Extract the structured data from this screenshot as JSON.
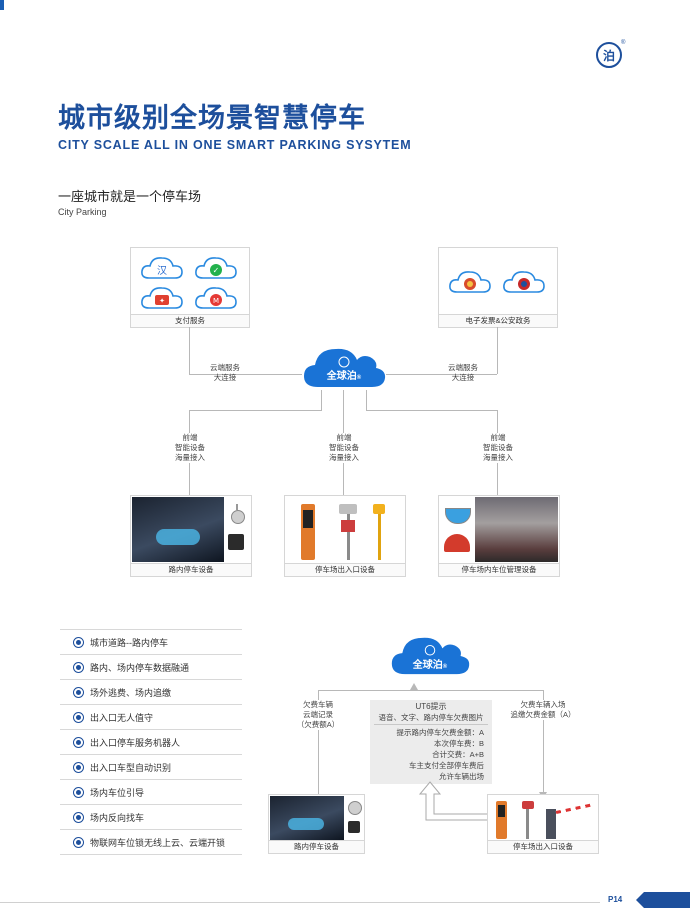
{
  "header": {
    "logo_glyph": "泊",
    "logo_mark": "®",
    "title_cn": "城市级别全场景智慧停车",
    "title_en": "CITY SCALE ALL IN ONE SMART PARKING SYSYTEM",
    "subtitle_cn": "一座城市就是一个停车场",
    "subtitle_en": "City Parking"
  },
  "diagram1": {
    "payment_box_label": "支付服务",
    "gov_box_label": "电子发票&公安政务",
    "cloud_label": "全球泊",
    "cloud_mark": "®",
    "cloud_icon_glyph": "泊",
    "left_link_label_1": "云端服务",
    "left_link_label_2": "大连接",
    "right_link_label_1": "云端服务",
    "right_link_label_2": "大连接",
    "front_labels": [
      [
        "前端",
        "智能设备",
        "海量接入"
      ],
      [
        "前端",
        "智能设备",
        "海量接入"
      ],
      [
        "前端",
        "智能设备",
        "海量接入"
      ]
    ],
    "device_boxes": [
      "路内停车设备",
      "停车场出入口设备",
      "停车场内车位管理设备"
    ],
    "payment_icons": [
      {
        "name": "union-pay-icon",
        "glyph": "汉",
        "color": "#2a6ccf"
      },
      {
        "name": "wechat-pay-icon",
        "glyph": "✓",
        "color": "#22b14c"
      },
      {
        "name": "sparkle-pay-icon",
        "glyph": "✦",
        "color": "#e04030"
      },
      {
        "name": "alipay-icon",
        "glyph": "M",
        "color": "#e53935"
      }
    ]
  },
  "features": {
    "items": [
      "城市道路--路内停车",
      "路内、场内停车数据融通",
      "场外逃费、场内追缴",
      "出入口无人值守",
      "出入口停车服务机器人",
      "出入口车型自动识别",
      "场内车位引导",
      "场内反向找车",
      "物联网车位锁无线上云、云端开锁"
    ]
  },
  "diagram2": {
    "cloud_label": "全球泊",
    "cloud_mark": "®",
    "cloud_icon_glyph": "泊",
    "left_label": [
      "欠费车辆",
      "云端记录",
      "（欠费额A）"
    ],
    "right_label": [
      "欠费车辆入场",
      "追缴欠费金额（A）"
    ],
    "prompt_title": "UT6提示",
    "prompt_sub": "语音、文字、路内停车欠费图片",
    "prompt_lines": [
      "提示路内停车欠费金额：A",
      "本次停车费：B",
      "合计交费：A+B",
      "车主支付全部停车费后",
      "允许车辆出场"
    ],
    "left_box_label": "路内停车设备",
    "right_box_label": "停车场出入口设备"
  },
  "footer": {
    "page_number": "P14"
  },
  "colors": {
    "brand_blue": "#1d4f9c",
    "cloud_blue": "#1a73d6"
  }
}
